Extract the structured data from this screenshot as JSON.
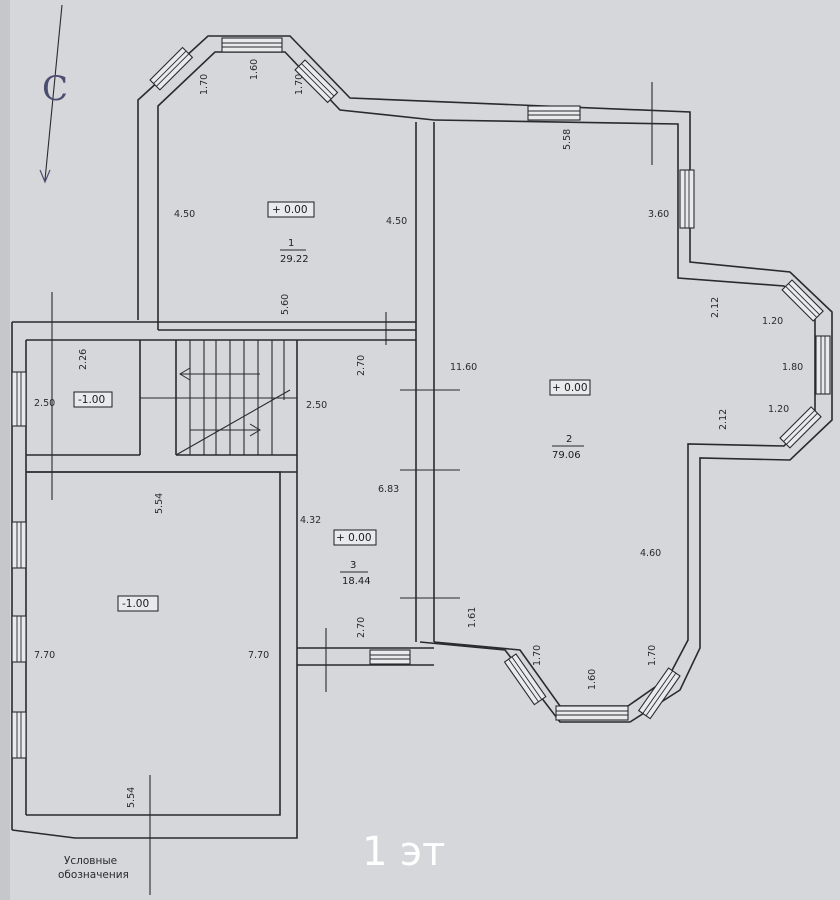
{
  "floor_label": "1 эт",
  "legend_label_line1": "Условные",
  "legend_label_line2": "обозначения",
  "compass_letter": "С",
  "rooms": [
    {
      "number": "1",
      "area": "29.22",
      "level": "+ 0.00"
    },
    {
      "number": "2",
      "area": "79.06",
      "level": "+ 0.00"
    },
    {
      "number": "3",
      "area": "18.44",
      "level": "+ 0.00"
    }
  ],
  "levels": {
    "small_room": "-1.00",
    "garage": "-1.00"
  },
  "dimensions": {
    "r1_bay_left": "1.70",
    "r1_bay_mid": "1.60",
    "r1_bay_right": "1.70",
    "r1_left": "4.50",
    "r1_right": "4.50",
    "r1_bottom": "5.60",
    "r2_top": "5.58",
    "r2_right_upper": "3.60",
    "r2_bay_up_diag": "2.12",
    "r2_bay_up_short": "1.20",
    "r2_bay_mid": "1.80",
    "r2_bay_low_short": "1.20",
    "r2_bay_low_diag": "2.12",
    "r2_left": "11.60",
    "r2_right_lower": "4.60",
    "r2_low_left": "1.61",
    "r2_bay2_left": "1.70",
    "r2_bay2_mid": "1.60",
    "r2_bay2_right": "1.70",
    "small_top": "2.26",
    "small_left": "2.50",
    "stair_right": "2.50",
    "r3_top": "2.70",
    "r3_right": "6.83",
    "r3_left": "4.32",
    "r3_bottom": "2.70",
    "garage_top": "5.54",
    "garage_left": "7.70",
    "garage_right": "7.70",
    "garage_bottom": "5.54"
  }
}
